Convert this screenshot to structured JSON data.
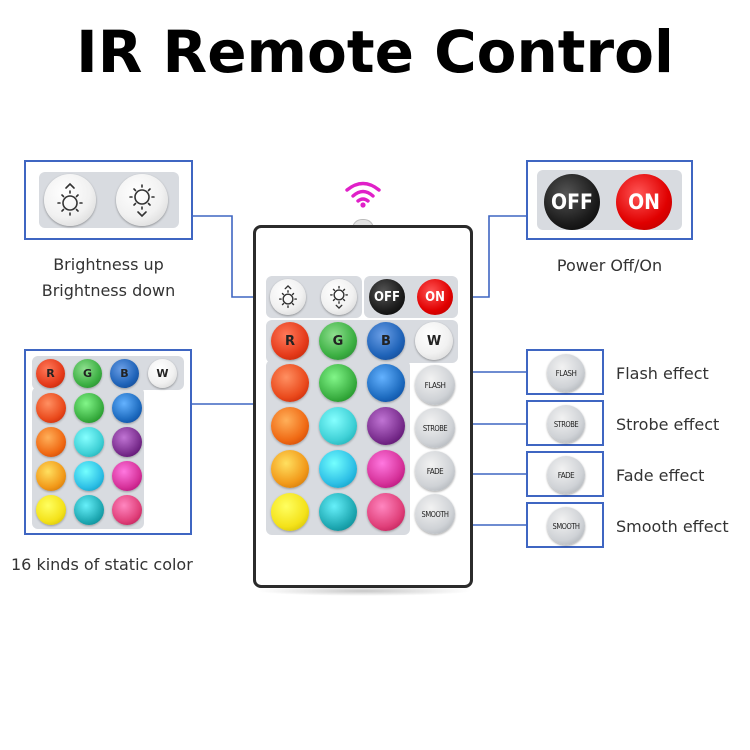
{
  "title": "IR Remote Control",
  "labels": {
    "brightness_up": "Brightness up",
    "brightness_down": "Brightness down",
    "power": "Power Off/On",
    "static_color": "16 kinds of static color",
    "flash": "Flash effect",
    "strobe": "Strobe effect",
    "fade": "Fade effect",
    "smooth": "Smooth effect"
  },
  "buttons": {
    "off": "OFF",
    "on": "ON",
    "r": "R",
    "g": "G",
    "b": "B",
    "w": "W",
    "flash": "FLASH",
    "strobe": "STROBE",
    "fade": "FADE",
    "smooth": "SMOOTH"
  },
  "icons": {
    "signal": "wifi-signal-icon",
    "brightness_up": "brightness-up-icon",
    "brightness_down": "brightness-down-icon"
  },
  "colors": {
    "frame": "#3f66c2",
    "signal": "#e020c8",
    "red": "#e53a1a",
    "green": "#3cb043",
    "blue": "#1f63b8",
    "on": "#e00000",
    "off": "#111111"
  },
  "color_grid": [
    [
      "#ea4a1c",
      "#3cb043",
      "#1e6cc0"
    ],
    [
      "#f06a14",
      "#3fd0d6",
      "#7a2e8e"
    ],
    [
      "#f29a1a",
      "#2ec0e6",
      "#d6329a"
    ],
    [
      "#f4e21a",
      "#20aab4",
      "#e0407a"
    ]
  ]
}
